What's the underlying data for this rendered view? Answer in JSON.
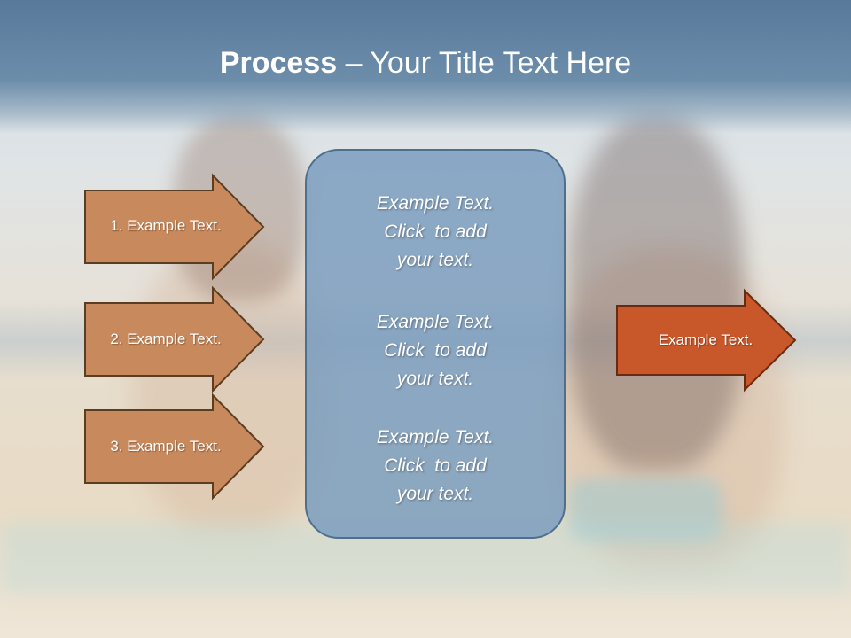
{
  "slide": {
    "title_bold": "Process",
    "title_rest": " – Your Title Text Here"
  },
  "inputs": [
    {
      "label": "1. Example Text."
    },
    {
      "label": "2. Example Text."
    },
    {
      "label": "3. Example Text."
    }
  ],
  "center": {
    "blocks": [
      {
        "lines": [
          "Example Text.",
          "Click  to add",
          "your text."
        ]
      },
      {
        "lines": [
          "Example Text.",
          "Click  to add",
          "your text."
        ]
      },
      {
        "lines": [
          "Example Text.",
          "Click  to add",
          "your text."
        ]
      }
    ]
  },
  "output": {
    "label": "Example Text."
  },
  "colors": {
    "input_arrow": "#c8895c",
    "input_arrow_border": "#5a3d23",
    "output_arrow": "#c8572a",
    "output_arrow_border": "#6a2a12",
    "center_box": "#7a9cbe",
    "title_band": "#5f7fa0"
  }
}
